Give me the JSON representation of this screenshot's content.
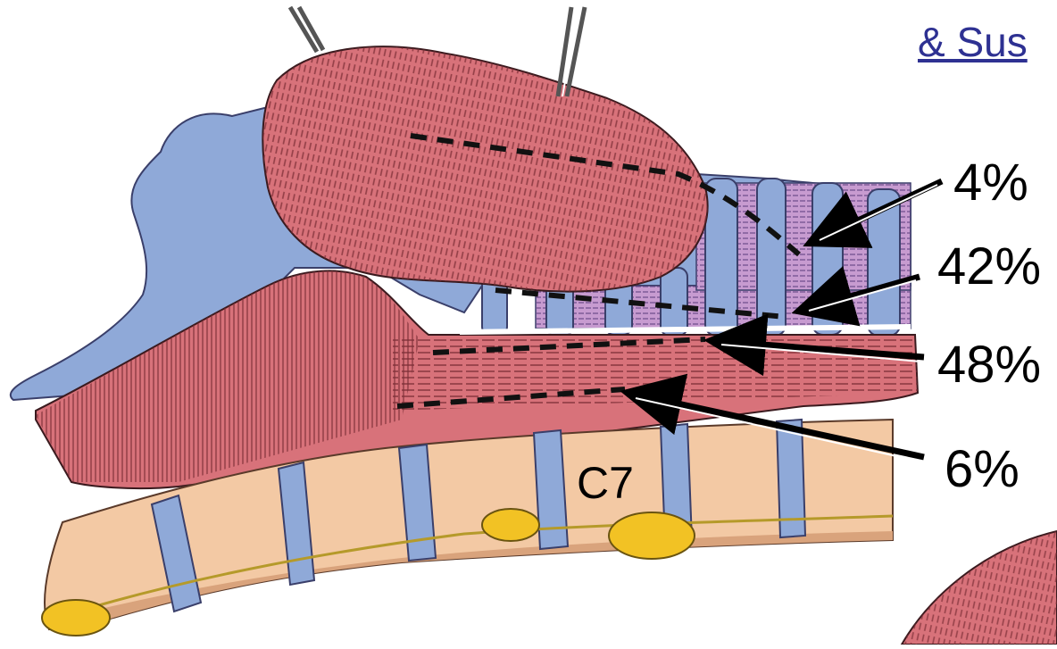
{
  "header": {
    "text": "& Sus"
  },
  "vertebra_label": "C7",
  "percentages": [
    {
      "id": "a",
      "text": "4%"
    },
    {
      "id": "b",
      "text": "42%"
    },
    {
      "id": "c",
      "text": "48%"
    },
    {
      "id": "d",
      "text": "6%"
    }
  ],
  "colors": {
    "muscle": "#d8727a",
    "muscle_dark": "#b8505a",
    "membrane_blue": "#8fa9d8",
    "purple_fibers": "#c79bd0",
    "bone": "#f3c9a4",
    "bone_edge": "#d9a37c",
    "ganglion": "#f2c224",
    "nerve": "#b59a2a",
    "header_link": "#2e3192"
  },
  "icons": [
    "forceps-icon",
    "arrow-icon"
  ]
}
